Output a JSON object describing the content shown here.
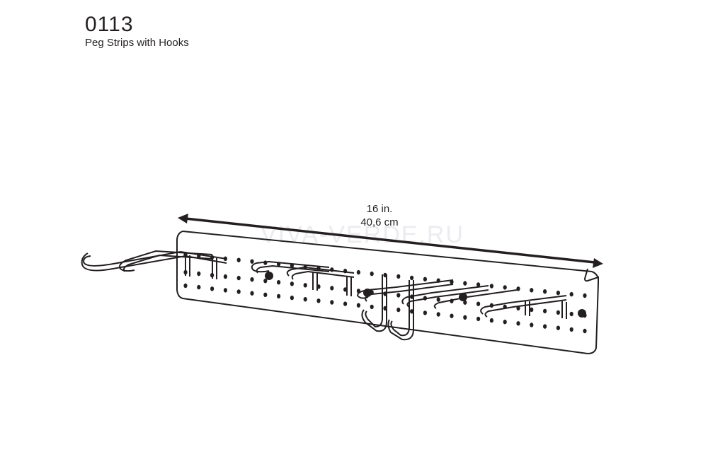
{
  "product": {
    "code": "0113",
    "name": "Peg Strips with Hooks"
  },
  "dimension": {
    "imperial": "16 in.",
    "metric": "40,6 cm"
  },
  "watermark": "VIVA-VERDE.RU",
  "colors": {
    "line": "#231f20",
    "watermark": "#e9e9ef",
    "background": "#ffffff"
  }
}
